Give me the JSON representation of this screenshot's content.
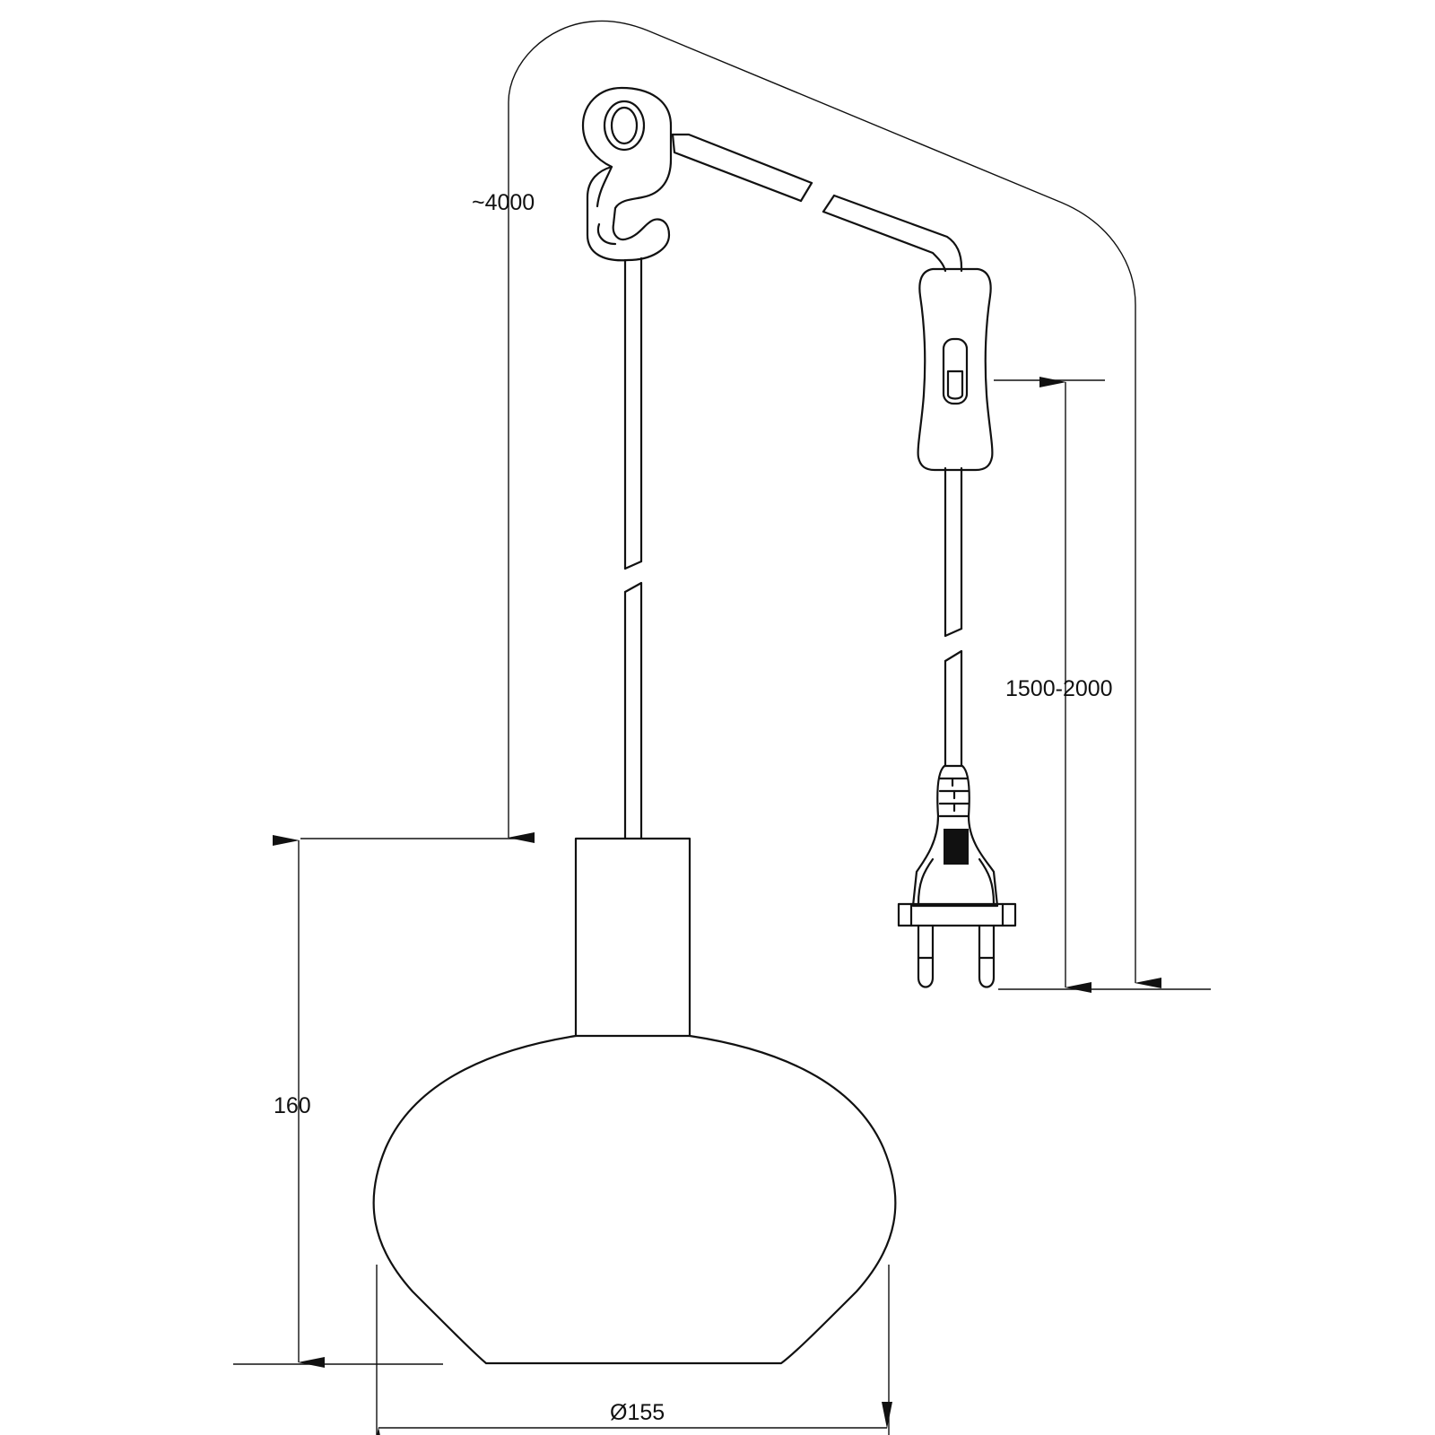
{
  "dimensions": {
    "cable_length": "~4000",
    "plug_cable_length": "1500-2000",
    "lamp_height": "160",
    "lamp_diameter": "Ø155"
  },
  "colors": {
    "line": "#111111",
    "background": "#ffffff"
  },
  "icons": {
    "ceiling_hook": "ceiling-hook-icon",
    "inline_switch": "inline-switch-icon",
    "euro_plug": "euro-plug-icon"
  }
}
